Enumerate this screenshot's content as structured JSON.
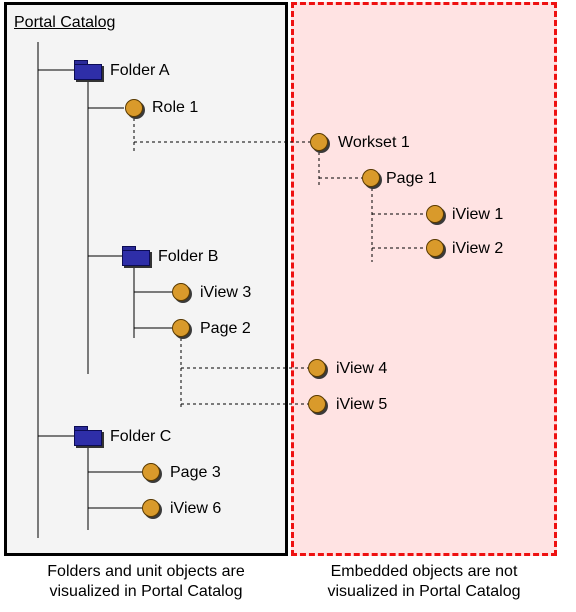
{
  "catalog_title": "Portal Catalog",
  "tree": {
    "folder_a": "Folder A",
    "role_1": "Role 1",
    "folder_b": "Folder B",
    "iview_3": "iView 3",
    "page_2": "Page 2",
    "folder_c": "Folder C",
    "page_3": "Page 3",
    "iview_6": "iView 6"
  },
  "embedded": {
    "workset_1": "Workset 1",
    "page_1": "Page 1",
    "iview_1": "iView 1",
    "iview_2": "iView 2",
    "iview_4": "iView 4",
    "iview_5": "iView 5"
  },
  "captions": {
    "left_line1": "Folders and unit objects are",
    "left_line2": "visualized in Portal Catalog",
    "right_line1": "Embedded objects are not",
    "right_line2": "visualized in Portal Catalog"
  },
  "colors": {
    "node_fill": "#d99a2b",
    "folder_fill": "#2e2ea8",
    "left_panel_bg": "#f4f4f4",
    "right_panel_bg": "#ffe3e3",
    "right_panel_border": "#ee1111"
  },
  "icons": {
    "folder": "folder-icon",
    "object": "object-node-icon"
  }
}
